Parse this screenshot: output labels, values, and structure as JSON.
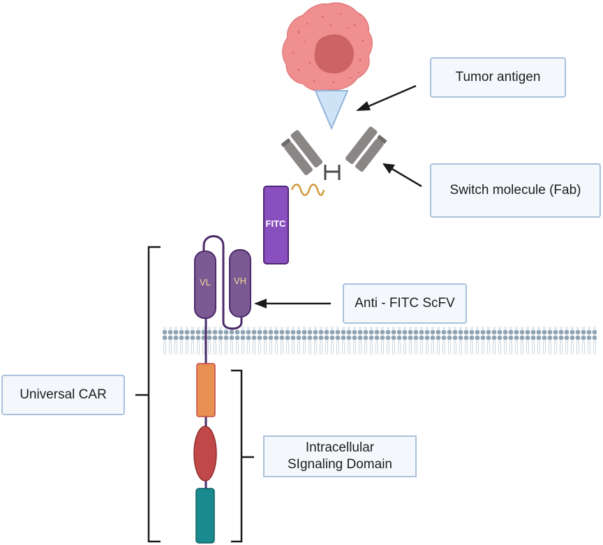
{
  "labels": {
    "tumor_antigen": "Tumor antigen",
    "switch_molecule": "Switch molecule (Fab)",
    "anti_fitc_scfv": "Anti - FITC ScFV",
    "universal_car": "Universal CAR",
    "intracellular_line1": "Intracellular",
    "intracellular_line2": "SIgnaling Domain"
  },
  "domains": {
    "fitc": "FITC",
    "vl": "VL",
    "vh": "VH"
  },
  "colors": {
    "tumor_cell": "#f08f8f",
    "tumor_nucleus": "#cd6464",
    "antigen": "#cfe3f7",
    "fab": "#8a8685",
    "linker": "#d09a3c",
    "fitc": "#8a4fbf",
    "scfv": "#7b5a93",
    "car_stalk": "#4a2a6a",
    "membrane": "#8fa4b5",
    "orange_domain": "#e88f52",
    "red_domain": "#c04848",
    "teal_domain": "#1a8a8f",
    "box_border": "#a9c1dc"
  }
}
